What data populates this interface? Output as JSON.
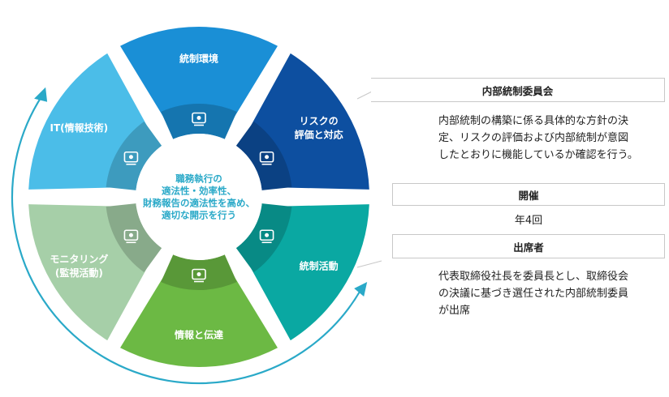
{
  "center": {
    "lines": [
      "職務執行の",
      "適法性・効率性、",
      "財務報告の適法性を高め、",
      "適切な開示を行う"
    ]
  },
  "segments": [
    {
      "id": "env",
      "lines": [
        "統制環境"
      ],
      "color": "#1a8fd6",
      "icon": "globe-hand-icon"
    },
    {
      "id": "risk",
      "lines": [
        "リスクの",
        "評価と対応"
      ],
      "color": "#0d4fa0",
      "icon": "clipboard-check-icon"
    },
    {
      "id": "activity",
      "lines": [
        "統制活動"
      ],
      "color": "#0aa8a2",
      "icon": "person-arrows-icon"
    },
    {
      "id": "info",
      "lines": [
        "情報と伝達"
      ],
      "color": "#6cb944",
      "icon": "wifi-chat-icon"
    },
    {
      "id": "monitor",
      "lines": [
        "モニタリング",
        "(監視活動)"
      ],
      "color": "#a6cfa8",
      "icon": "monitor-magnifier-icon"
    },
    {
      "id": "it",
      "lines": [
        "IT(情報技術)"
      ],
      "color": "#4bbde8",
      "icon": "laptop-icon"
    }
  ],
  "panel": {
    "title": "内部統制委員会",
    "description_lines": [
      "内部統制の構築に係る具体的な方針の決",
      "定、リスクの評価および内部統制が意図",
      "したとおりに機能しているか確認を行う。"
    ],
    "meeting_head": "開催",
    "meeting_value": "年4回",
    "attendees_head": "出席者",
    "attendees_lines": [
      "代表取締役社長を委員長とし、取締役会",
      "の決議に基づき選任された内部統制委員",
      "が出席"
    ]
  },
  "colors": {
    "arc": "#2aa9c8",
    "panel_border": "#c8c8c8",
    "center_text": "#2aa9c8"
  }
}
